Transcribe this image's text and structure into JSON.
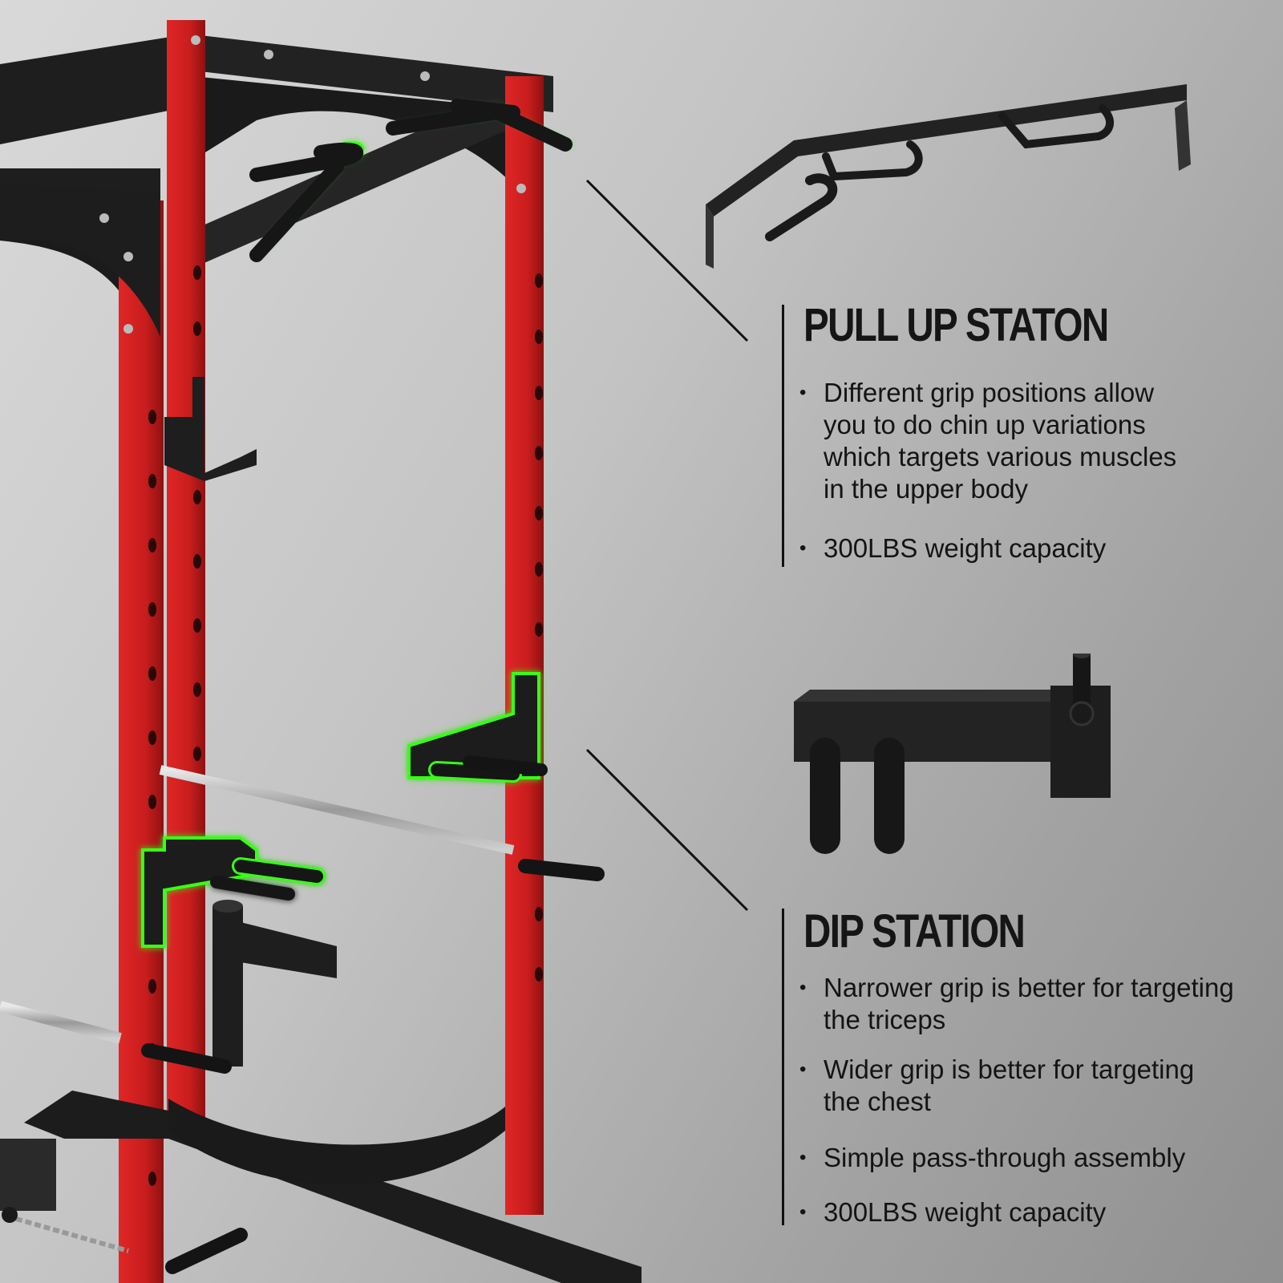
{
  "pull_up_station": {
    "title": "PULL UP STATON",
    "bullets": [
      "Different grip positions allow\nyou to do chin up  variations\nwhich targets various muscles\nin the upper body",
      "300LBS weight capacity"
    ]
  },
  "dip_station": {
    "title": "DIP STATION",
    "bullets": [
      "Narrower grip is better for targeting\nthe triceps",
      "Wider grip is better for targeting\nthe chest",
      "Simple pass-through assembly",
      "300LBS weight capacity"
    ]
  },
  "colors": {
    "frame_red": "#c81d1d",
    "frame_black": "#1e1e1e",
    "highlight_green": "#39ff14"
  },
  "icons": [
    "power-rack-image",
    "pull-up-bar-image",
    "dip-handle-image"
  ]
}
